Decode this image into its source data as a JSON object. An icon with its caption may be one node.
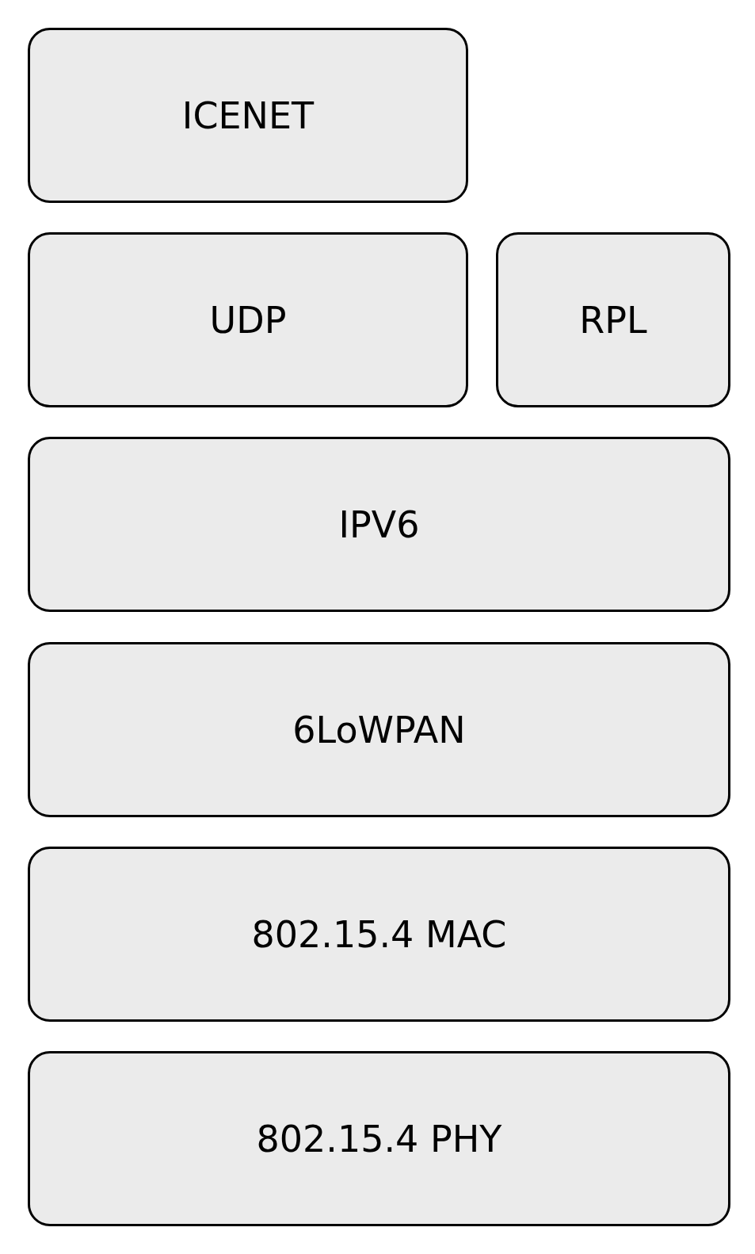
{
  "diagram": {
    "nodes": [
      {
        "text": [
          "ICENET"
        ]
      },
      {
        "text": [
          "UDP"
        ]
      },
      {
        "text": [
          "RPL"
        ]
      },
      {
        "text": [
          "IPV6"
        ]
      },
      {
        "text": [
          "6LoWPAN"
        ]
      },
      {
        "text": [
          "802.15.4 MAC"
        ]
      },
      {
        "text": [
          "802.15.4 PHY"
        ]
      }
    ]
  }
}
